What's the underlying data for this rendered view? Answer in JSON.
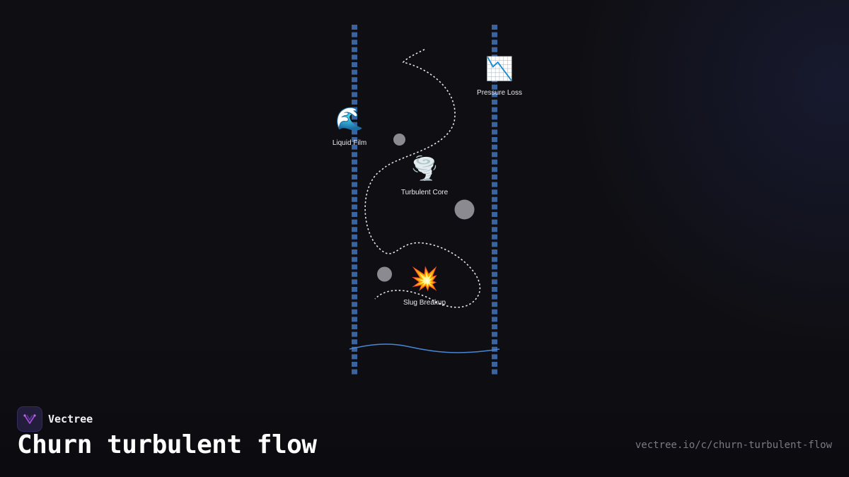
{
  "diagram": {
    "labels": {
      "pressure_loss": "Pressure Loss",
      "liquid_film": "Liquid Film",
      "turbulent_core": "Turbulent Core",
      "slug_breakup": "Slug Breakup"
    },
    "icons": {
      "pressure_loss": "📉",
      "liquid_film": "🌊",
      "turbulent_core": "🌪️",
      "slug_breakup": "💥"
    },
    "colors": {
      "wall": "#3a64a0",
      "path": "#e6e6ec",
      "interface": "#4a86d6",
      "bubble": "#8a8a90"
    }
  },
  "footer": {
    "brand": "Vectree",
    "title": "Churn turbulent flow",
    "url": "vectree.io/c/churn-turbulent-flow"
  }
}
